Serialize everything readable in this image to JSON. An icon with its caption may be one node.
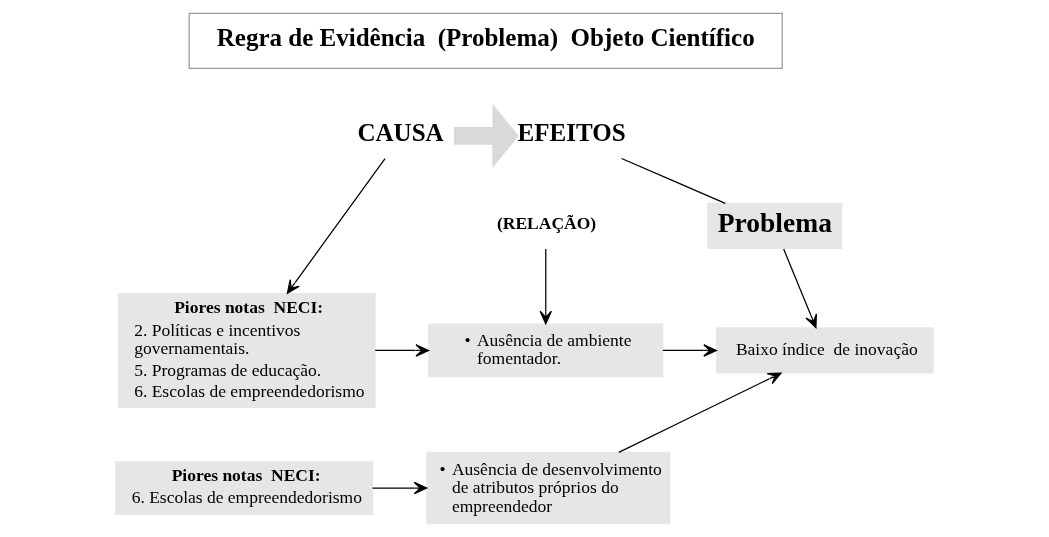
{
  "diagram": {
    "nodes": [
      {
        "text": [
          "Regra de Evidência  (Problema)  Objeto Científico"
        ]
      },
      {
        "text": [
          "CAUSA"
        ]
      },
      {
        "text": [
          "EFEITOS"
        ]
      },
      {
        "text": [
          "(RELAÇÃO)"
        ]
      },
      {
        "text": [
          "Piores notas  NECI:",
          "2. Políticas e incentivos governamentais.",
          "5. Programas de educação.",
          "6. Escolas de empreendedorismo"
        ]
      },
      {
        "text": [
          "Problema"
        ]
      },
      {
        "text": [
          "•",
          "Ausência de ambiente fomentador."
        ]
      },
      {
        "text": [
          "Baixo índice  de inovação"
        ]
      },
      {
        "text": [
          "Piores notas  NECI:",
          "6. Escolas de empreendedorismo"
        ]
      },
      {
        "text": [
          "•",
          "Ausência de desenvolvimento de atributos próprios do empreendedor"
        ]
      }
    ],
    "edges": [
      {
        "from": 1,
        "to": 2,
        "arrow": "to",
        "style": "thick",
        "color": "#d9d9d9"
      },
      {
        "from": 1,
        "to": 4,
        "arrow": "to"
      },
      {
        "from": 2,
        "to": 5,
        "arrow": "none"
      },
      {
        "from": 3,
        "to": 6,
        "arrow": "to"
      },
      {
        "from": 5,
        "to": 7,
        "arrow": "to"
      },
      {
        "from": 4,
        "to": 6,
        "arrow": "to"
      },
      {
        "from": 6,
        "to": 7,
        "arrow": "to"
      },
      {
        "from": 8,
        "to": 9,
        "arrow": "to"
      },
      {
        "from": 9,
        "to": 7,
        "arrow": "to"
      }
    ]
  }
}
